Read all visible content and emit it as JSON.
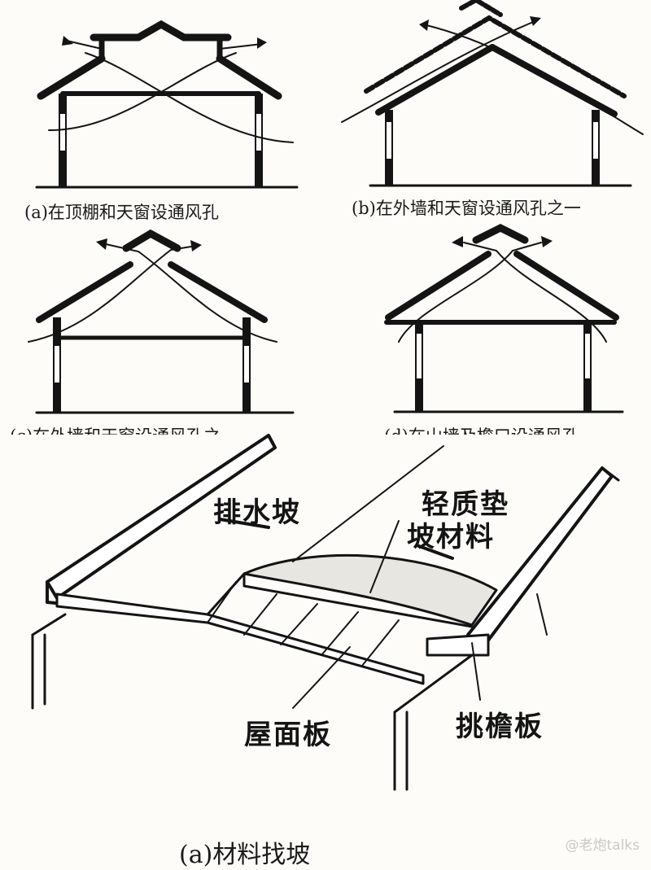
{
  "captions": {
    "a": "(a)在顶棚和天窗设通风孔",
    "b": "(b)在外墙和天窗设通风孔之一",
    "c": "(c)在外墙和天窗设通风孔之一",
    "d": "(d)在山墙及檐口设通风孔"
  },
  "labels": {
    "drainage_slope": "排水坡",
    "light_fill_line1": "轻质垫",
    "light_fill_line2": "坡材料",
    "roof_panel": "屋面板",
    "eave_board": "挑檐板"
  },
  "main_caption": "(a)材料找坡",
  "watermark": "@老炮talks",
  "colors": {
    "ink": "#141414",
    "paper": "#fdfcf9"
  }
}
